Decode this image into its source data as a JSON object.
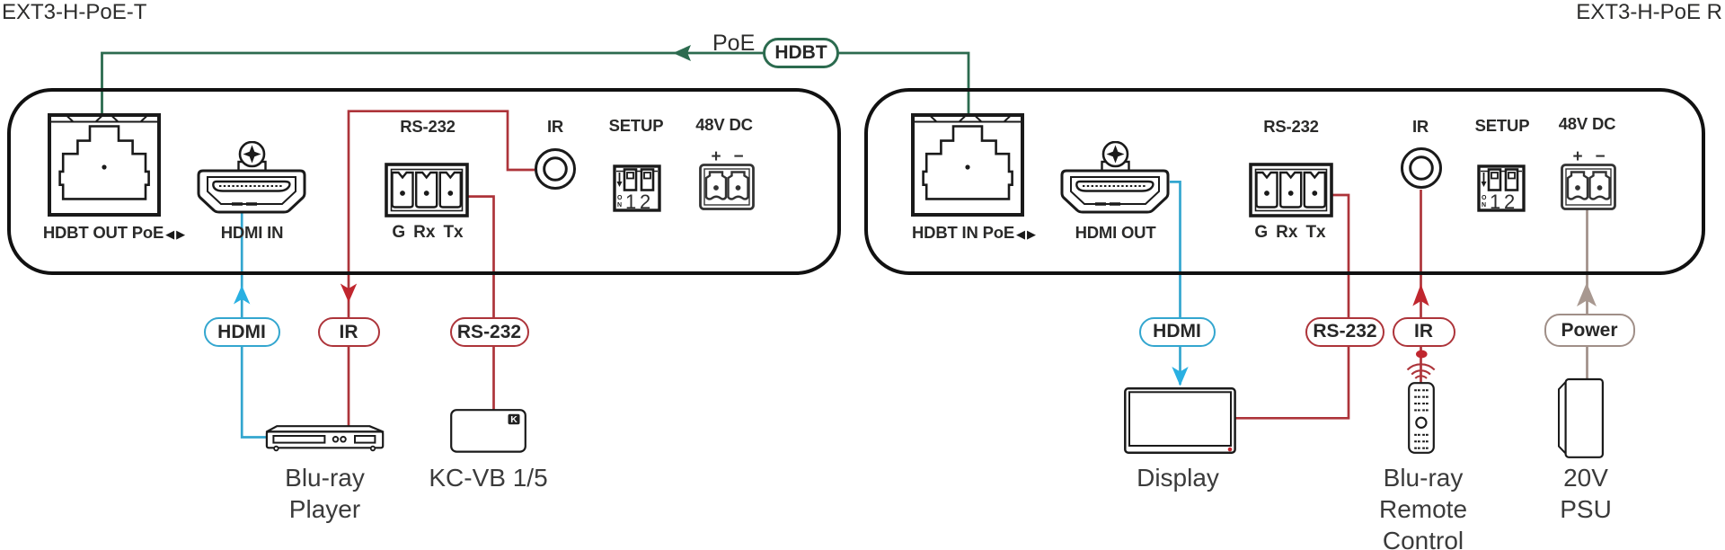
{
  "devices": {
    "transmitter": {
      "title": "EXT3-H-PoE-T",
      "ports": {
        "hdbt": {
          "label": "HDBT OUT PoE",
          "arrows": "◀▶"
        },
        "hdmi": {
          "label": "HDMI IN"
        },
        "rs232": {
          "label": "RS-232",
          "pins": [
            "G",
            "Rx",
            "Tx"
          ]
        },
        "ir": {
          "label": "IR"
        },
        "setup": {
          "label": "SETUP"
        },
        "dc": {
          "label": "48V DC"
        }
      }
    },
    "receiver": {
      "title": "EXT3-H-PoE R",
      "ports": {
        "hdbt": {
          "label": "HDBT IN PoE",
          "arrows": "◀▶"
        },
        "hdmi": {
          "label": "HDMI OUT"
        },
        "rs232": {
          "label": "RS-232",
          "pins": [
            "G",
            "Rx",
            "Tx"
          ]
        },
        "ir": {
          "label": "IR"
        },
        "setup": {
          "label": "SETUP"
        },
        "dc": {
          "label": "48V DC"
        }
      }
    }
  },
  "shared_icons": {
    "dip": {
      "on": "ON",
      "d1": "1",
      "d2": "2"
    },
    "dc": {
      "plus": "+",
      "minus": "−"
    }
  },
  "link": {
    "poe_label": "PoE",
    "hdbt_badge": "HDBT"
  },
  "badges": {
    "tx_hdmi": "HDMI",
    "tx_ir": "IR",
    "tx_rs232": "RS-232",
    "rx_hdmi": "HDMI",
    "rx_rs232": "RS-232",
    "rx_ir": "IR",
    "rx_power": "Power"
  },
  "peripherals": {
    "bluray_player": {
      "line1": "Blu-ray",
      "line2": "Player"
    },
    "kcvb": {
      "label": "KC-VB 1/5",
      "logo_letter": "K"
    },
    "display": {
      "label": "Display"
    },
    "remote": {
      "line1": "Blu-ray",
      "line2": "Remote",
      "line3": "Control"
    },
    "psu": {
      "line1": "20V",
      "line2": "PSU"
    }
  },
  "colors": {
    "hdbt_green": "#2c6b4f",
    "hdmi_cyan": "#33a6cf",
    "hdmi_cyan_arrow": "#29b0e2",
    "control_red": "#ad343a",
    "control_red_arrow": "#c0262e",
    "power_tan": "#a08f88",
    "outline_black": "#111111",
    "text_dark": "#2a2a29",
    "label_gray": "#3b3b3b"
  }
}
